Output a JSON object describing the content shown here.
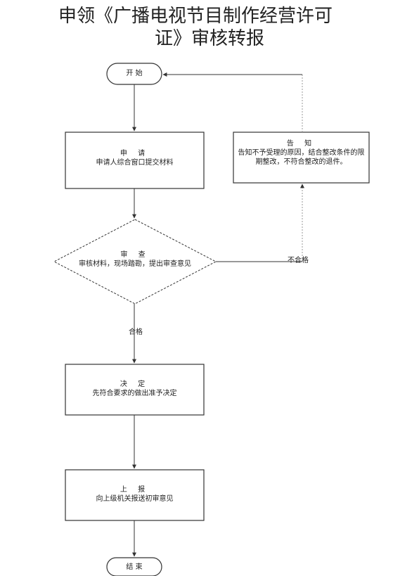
{
  "title": {
    "line1": "申领《广播电视节目制作经营许可",
    "line2": "证》审核转报"
  },
  "nodes": {
    "start": "开 始",
    "apply": {
      "title": "申 请",
      "desc": "申请人综合窗口提交材料"
    },
    "review": {
      "title": "审 查",
      "desc": "审核材料，现场踏勘，提出审查意见"
    },
    "decide": {
      "title": "决 定",
      "desc": "先符合要求的做出准予决定"
    },
    "report": {
      "title": "上 报",
      "desc": "向上级机关报送初审意见"
    },
    "notify": {
      "title": "告 知",
      "desc": "告知不予受理的原因，结合整改条件的限期整改，不符合整改的退件。"
    },
    "end": "结 束"
  },
  "edges": {
    "pass": "合格",
    "fail": "不合格"
  }
}
